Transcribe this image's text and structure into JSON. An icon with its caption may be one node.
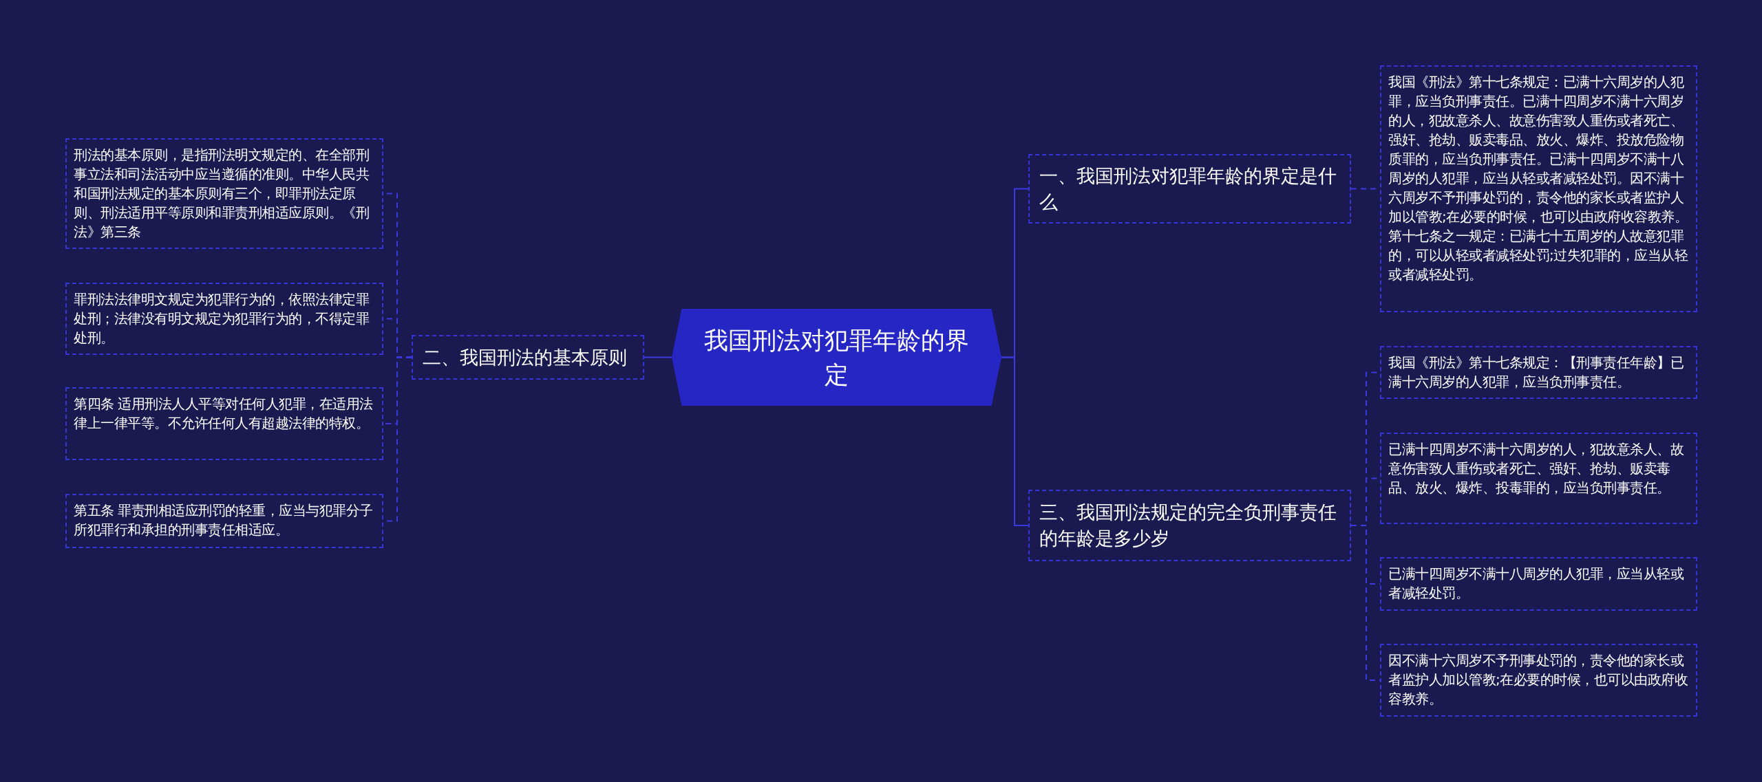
{
  "diagram": {
    "nodes": [
      {
        "text": [
          "我国刑法对犯罪年龄的界定"
        ]
      },
      {
        "text": [
          "一、我国刑法对犯罪年龄的界定是什么"
        ]
      },
      {
        "text": [
          "我国《刑法》第十七条规定：已满十六周岁的人犯罪，应当负刑事责任。已满十四周岁不满十六周岁的人，犯故意杀人、故意伤害致人重伤或者死亡、强奸、抢劫、贩卖毒品、放火、爆炸、投放危险物质罪的，应当负刑事责任。已满十四周岁不满十八周岁的人犯罪，应当从轻或者减轻处罚。因不满十六周岁不予刑事处罚的，责令他的家长或者监护人加以管教;在必要的时候，也可以由政府收容教养。第十七条之一规定：已满七十五周岁的人故意犯罪的，可以从轻或者减轻处罚;过失犯罪的，应当从轻或者减轻处罚。"
        ]
      },
      {
        "text": [
          "二、我国刑法的基本原则"
        ]
      },
      {
        "text": [
          "刑法的基本原则，是指刑法明文规定的、在全部刑事立法和司法活动中应当遵循的准则。中华人民共和国刑法规定的基本原则有三个，即罪刑法定原则、刑法适用平等原则和罪责刑相适应原则。《刑法》第三条"
        ]
      },
      {
        "text": [
          "罪刑法法律明文规定为犯罪行为的，依照法律定罪处刑；法律没有明文规定为犯罪行为的，不得定罪处刑。"
        ]
      },
      {
        "text": [
          "第四条 适用刑法人人平等对任何人犯罪，在适用法律上一律平等。不允许任何人有超越法律的特权。"
        ]
      },
      {
        "text": [
          "第五条 罪责刑相适应刑罚的轻重，应当与犯罪分子所犯罪行和承担的刑事责任相适应。"
        ]
      },
      {
        "text": [
          "三、我国刑法规定的完全负刑事责任的年龄是多少岁"
        ]
      },
      {
        "text": [
          "我国《刑法》第十七条规定：【刑事责任年龄】已满十六周岁的人犯罪，应当负刑事责任。"
        ]
      },
      {
        "text": [
          "已满十四周岁不满十六周岁的人，犯故意杀人、故意伤害致人重伤或者死亡、强奸、抢劫、贩卖毒品、放火、爆炸、投毒罪的，应当负刑事责任。"
        ]
      },
      {
        "text": [
          "已满十四周岁不满十八周岁的人犯罪，应当从轻或者减轻处罚。"
        ]
      },
      {
        "text": [
          "因不满十六周岁不予刑事处罚的，责令他的家长或者监护人加以管教;在必要的时候，也可以由政府收容教养。"
        ]
      }
    ],
    "edges": [
      {
        "from": 0,
        "to": 1,
        "arrow": "none"
      },
      {
        "from": 1,
        "to": 2,
        "arrow": "none",
        "style": "dashed"
      },
      {
        "from": 0,
        "to": 3,
        "arrow": "none"
      },
      {
        "from": 3,
        "to": 4,
        "arrow": "none",
        "style": "dashed"
      },
      {
        "from": 3,
        "to": 5,
        "arrow": "none",
        "style": "dashed"
      },
      {
        "from": 3,
        "to": 6,
        "arrow": "none",
        "style": "dashed"
      },
      {
        "from": 3,
        "to": 7,
        "arrow": "none",
        "style": "dashed"
      },
      {
        "from": 0,
        "to": 8,
        "arrow": "none"
      },
      {
        "from": 8,
        "to": 9,
        "arrow": "none",
        "style": "dashed"
      },
      {
        "from": 8,
        "to": 10,
        "arrow": "none",
        "style": "dashed"
      },
      {
        "from": 8,
        "to": 11,
        "arrow": "none",
        "style": "dashed"
      },
      {
        "from": 8,
        "to": 12,
        "arrow": "none",
        "style": "dashed"
      }
    ]
  }
}
